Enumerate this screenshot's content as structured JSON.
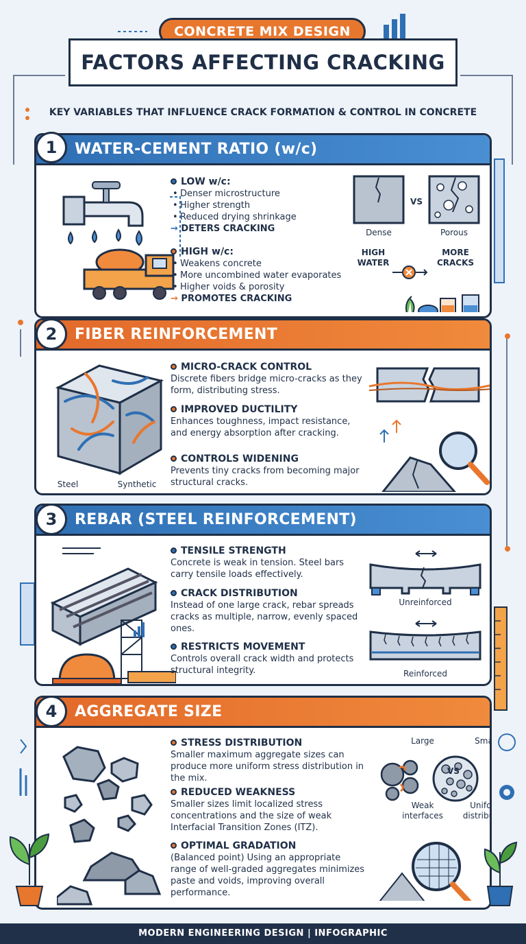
{
  "header": {
    "tag": "CONCRETE MIX DESIGN",
    "title": "FACTORS AFFECTING CRACKING",
    "subtitle": "KEY VARIABLES THAT INFLUENCE CRACK FORMATION & CONTROL IN CONCRETE"
  },
  "sections": [
    {
      "number": "1",
      "title": "WATER-CEMENT RATIO (w/c)",
      "low_heading": "LOW w/c:",
      "low_items": [
        "Denser microstructure",
        "Higher strength",
        "Reduced drying shrinkage"
      ],
      "low_result": "DETERS CRACKING",
      "high_heading": "HIGH w/c:",
      "high_items": [
        "Weakens concrete",
        "More uncombined water evaporates",
        "Higher voids & porosity"
      ],
      "high_result": "PROMOTES CRACKING",
      "dense_label": "Dense",
      "porous_label": "Porous",
      "vs_label": "VS",
      "high_water_label": "HIGH WATER",
      "more_cracks_label": "MORE CRACKS"
    },
    {
      "number": "2",
      "title": "FIBER REINFORCEMENT",
      "points": [
        {
          "heading": "MICRO-CRACK CONTROL",
          "text": "Discrete fibers bridge micro-cracks as they form, distributing stress."
        },
        {
          "heading": "IMPROVED DUCTILITY",
          "text": "Enhances toughness, impact resistance, and energy absorption after cracking."
        },
        {
          "heading": "CONTROLS WIDENING",
          "text": "Prevents tiny cracks from becoming major structural cracks."
        }
      ],
      "steel_label": "Steel",
      "synthetic_label": "Synthetic"
    },
    {
      "number": "3",
      "title": "REBAR (STEEL REINFORCEMENT)",
      "points": [
        {
          "heading": "TENSILE STRENGTH",
          "text": "Concrete is weak in tension. Steel bars carry tensile loads effectively."
        },
        {
          "heading": "CRACK DISTRIBUTION",
          "text": "Instead of one large crack, rebar spreads cracks as multiple, narrow, evenly spaced ones."
        },
        {
          "heading": "RESTRICTS MOVEMENT",
          "text": "Controls overall crack width and protects structural integrity."
        }
      ],
      "unreinforced_label": "Unreinforced",
      "reinforced_label": "Reinforced"
    },
    {
      "number": "4",
      "title": "AGGREGATE SIZE",
      "points": [
        {
          "heading": "STRESS DISTRIBUTION",
          "text": "Smaller maximum aggregate sizes can produce more uniform stress distribution in the mix."
        },
        {
          "heading": "REDUCED WEAKNESS",
          "text": "Smaller sizes limit localized stress concentrations and the size of weak Interfacial Transition Zones (ITZ)."
        },
        {
          "heading": "OPTIMAL GRADATION",
          "text": "(Balanced point) Using an appropriate range of well-graded aggregates minimizes paste and voids, improving overall performance."
        }
      ],
      "large_label": "Large",
      "smaller_label": "Smaller",
      "vs_label": "VS",
      "weak_label": "Weak interfaces",
      "uniform_label": "Uniform distribution"
    }
  ],
  "footer": "MODERN ENGINEERING DESIGN | INFOGRAPHIC",
  "colors": {
    "navy": "#1f2f47",
    "blue": "#2f6fb4",
    "orange": "#e8772e",
    "background": "#eef3f9"
  }
}
